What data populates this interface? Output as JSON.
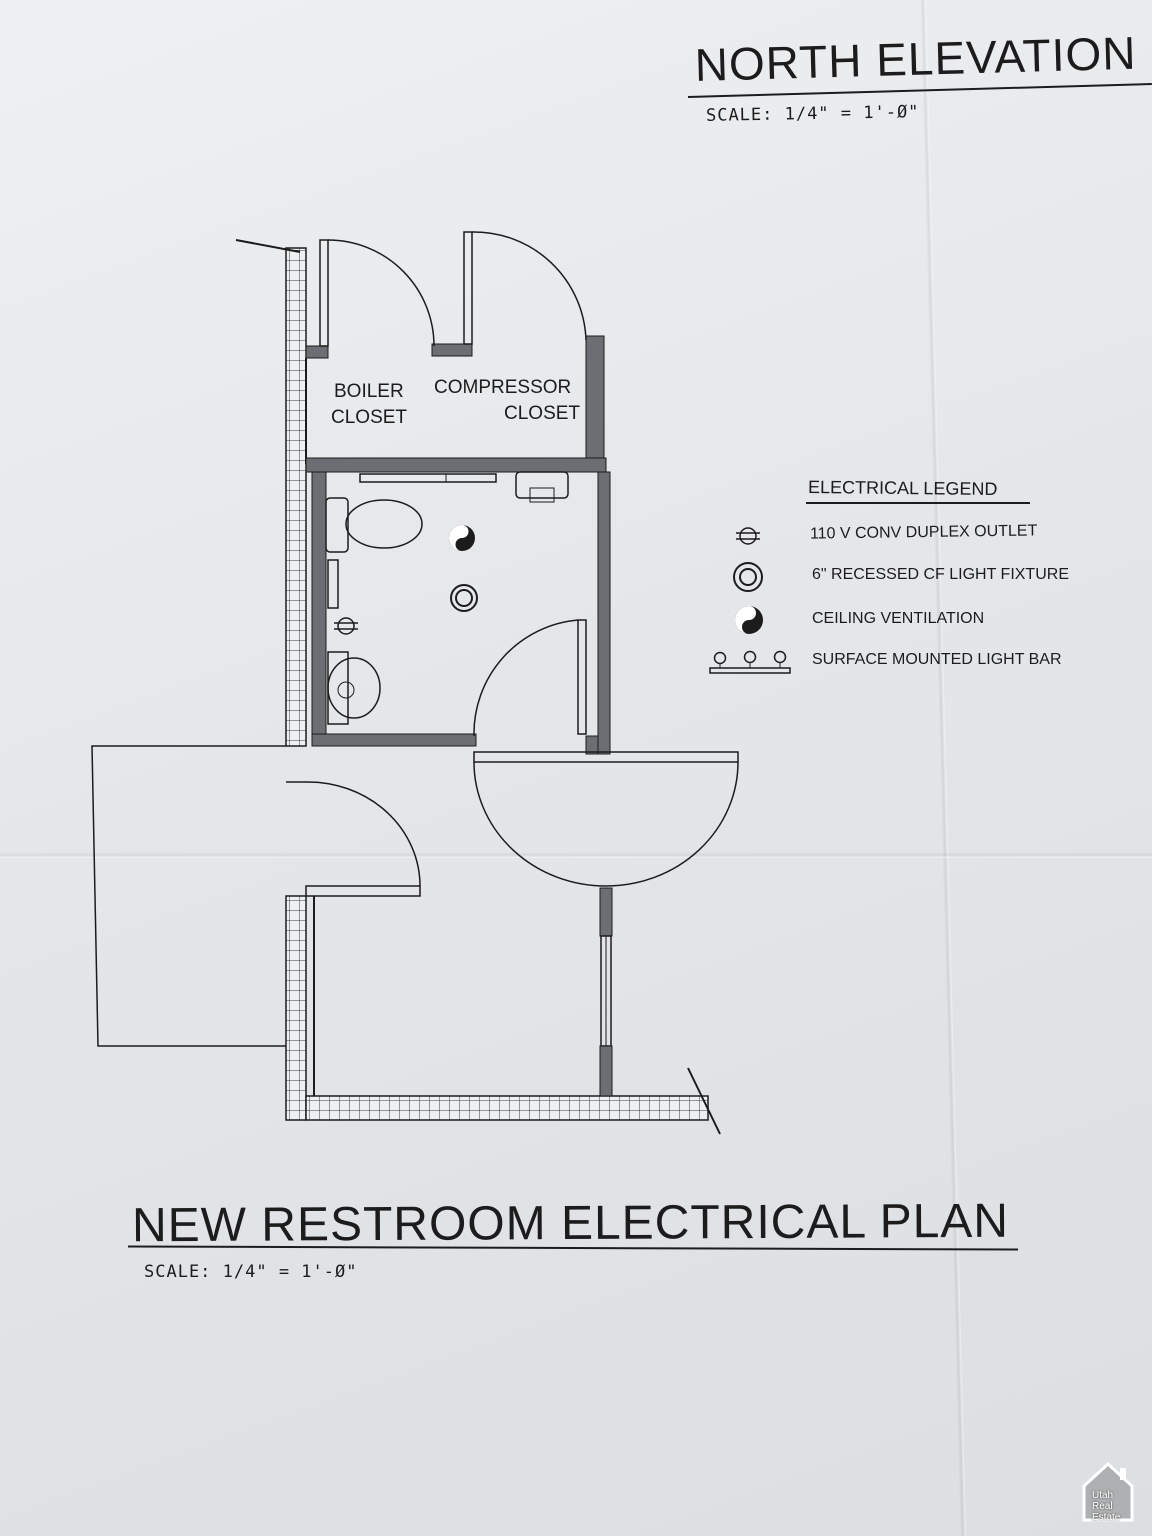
{
  "north_elevation": {
    "title": "NORTH ELEVATION",
    "scale": "SCALE: 1/4\" = 1'-Ø\""
  },
  "plan": {
    "title": "NEW RESTROOM ELECTRICAL PLAN",
    "scale": "SCALE: 1/4\" = 1'-Ø\"",
    "rooms": {
      "boiler_line1": "BOILER",
      "boiler_line2": "CLOSET",
      "compressor_line1": "COMPRESSOR",
      "compressor_line2": "CLOSET"
    }
  },
  "legend": {
    "title": "ELECTRICAL LEGEND",
    "items": [
      {
        "icon": "duplex-outlet-icon",
        "label": "110 V CONV DUPLEX OUTLET"
      },
      {
        "icon": "recessed-light-icon",
        "label": "6\" RECESSED CF LIGHT FIXTURE"
      },
      {
        "icon": "ceiling-ventilation-icon",
        "label": "CEILING VENTILATION"
      },
      {
        "icon": "light-bar-icon",
        "label": "SURFACE MOUNTED LIGHT BAR"
      }
    ]
  },
  "watermark": {
    "icon": "house-logo-icon",
    "line1": "Utah",
    "line2": "Real",
    "line3": "Estate"
  },
  "colors": {
    "paper": "#e6e8ea",
    "ink": "#1c1c1c",
    "wall_fill": "#6b6e72"
  }
}
